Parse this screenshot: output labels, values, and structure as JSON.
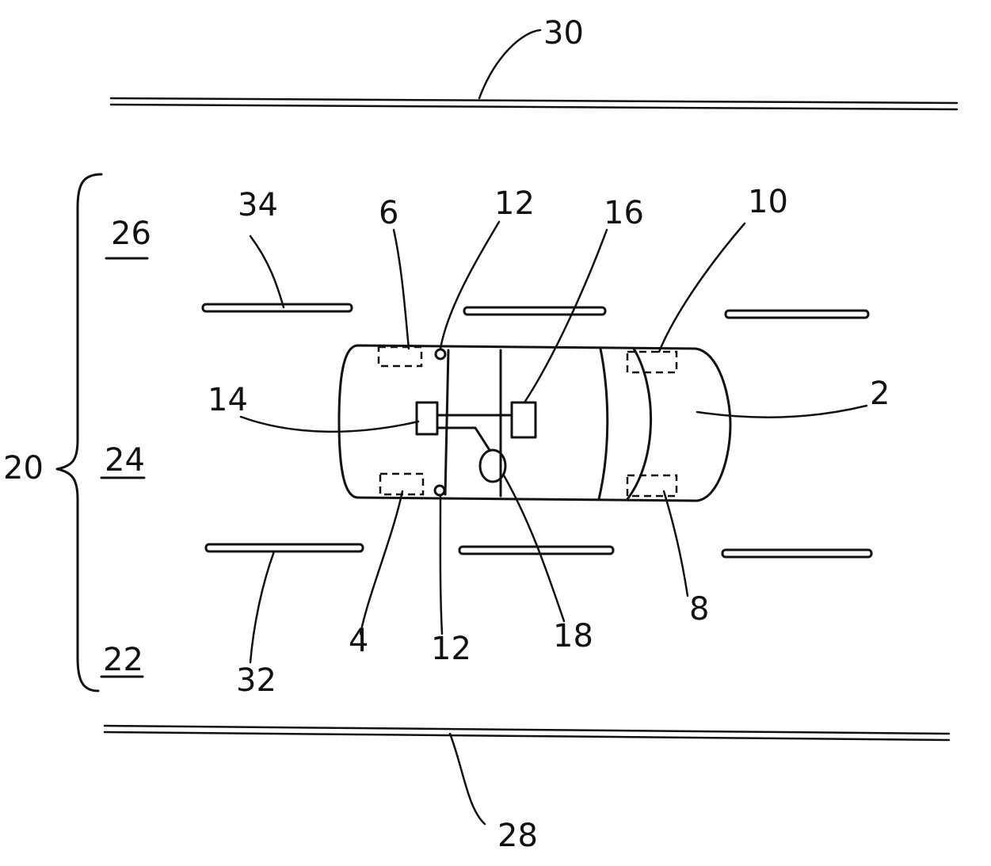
{
  "figure": {
    "labels": {
      "road_edge_top": "30",
      "road_edge_bottom": "28",
      "lane_group": "20",
      "lane_left": "26",
      "lane_center": "24",
      "lane_right": "22",
      "lane_marking_top": "34",
      "lane_marking_bottom": "32",
      "vehicle": "2",
      "sensor_front_left": "6",
      "sensor_front_right": "4",
      "sensor_rear_left": "10",
      "sensor_rear_right": "8",
      "pivot_top": "12",
      "pivot_bottom": "12",
      "control_unit": "14",
      "module_16": "16",
      "module_18": "18"
    }
  }
}
